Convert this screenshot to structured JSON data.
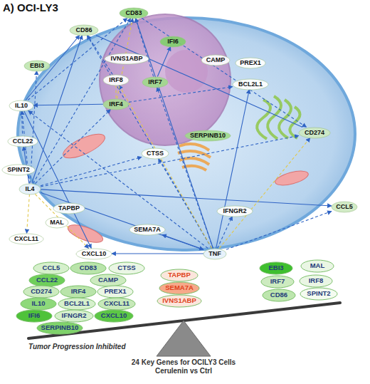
{
  "diagram": {
    "title": "A) OCI-LY3",
    "nodes": [
      {
        "text": [
          "CD83"
        ]
      },
      {
        "text": [
          "CD86"
        ]
      },
      {
        "text": [
          "IFI6"
        ]
      },
      {
        "text": [
          "IVNS1ABP"
        ]
      },
      {
        "text": [
          "CAMP"
        ]
      },
      {
        "text": [
          "PREX1"
        ]
      },
      {
        "text": [
          "EBI3"
        ]
      },
      {
        "text": [
          "IRF8"
        ]
      },
      {
        "text": [
          "IRF7"
        ]
      },
      {
        "text": [
          "BCL2L1"
        ]
      },
      {
        "text": [
          "IL10"
        ]
      },
      {
        "text": [
          "IRF4"
        ]
      },
      {
        "text": [
          "SERPINB10"
        ]
      },
      {
        "text": [
          "CD274"
        ]
      },
      {
        "text": [
          "CCL22"
        ]
      },
      {
        "text": [
          "SPINT2"
        ]
      },
      {
        "text": [
          "CTSS"
        ]
      },
      {
        "text": [
          "IL4"
        ]
      },
      {
        "text": [
          "TAPBP"
        ]
      },
      {
        "text": [
          "MAL"
        ]
      },
      {
        "text": [
          "IFNGR2"
        ]
      },
      {
        "text": [
          "CCL5"
        ]
      },
      {
        "text": [
          "CXCL11"
        ]
      },
      {
        "text": [
          "SEMA7A"
        ]
      },
      {
        "text": [
          "CXCL10"
        ]
      },
      {
        "text": [
          "TNF"
        ]
      },
      {
        "text": [
          "CCL5"
        ]
      },
      {
        "text": [
          "CD83"
        ]
      },
      {
        "text": [
          "CTSS"
        ]
      },
      {
        "text": [
          "CCL22"
        ]
      },
      {
        "text": [
          "CAMP"
        ]
      },
      {
        "text": [
          "CD274"
        ]
      },
      {
        "text": [
          "IRF4"
        ]
      },
      {
        "text": [
          "PREX1"
        ]
      },
      {
        "text": [
          "IL10"
        ]
      },
      {
        "text": [
          "BCL2L1"
        ]
      },
      {
        "text": [
          "CXCL11"
        ]
      },
      {
        "text": [
          "IFI6"
        ]
      },
      {
        "text": [
          "IFNGR2"
        ]
      },
      {
        "text": [
          "CXCL10"
        ]
      },
      {
        "text": [
          "SERPINB10"
        ]
      },
      {
        "text": [
          "TAPBP"
        ]
      },
      {
        "text": [
          "SEMA7A"
        ]
      },
      {
        "text": [
          "IVNS1ABP"
        ]
      },
      {
        "text": [
          "EBI3"
        ]
      },
      {
        "text": [
          "MAL"
        ]
      },
      {
        "text": [
          "IRF7"
        ]
      },
      {
        "text": [
          "IRF8"
        ]
      },
      {
        "text": [
          "CD86"
        ]
      },
      {
        "text": [
          "SPINT2"
        ]
      }
    ],
    "edges": [
      {
        "from": 17,
        "to": 1,
        "arrow": "to"
      },
      {
        "from": 17,
        "to": 0,
        "arrow": "to"
      },
      {
        "from": 17,
        "to": 10,
        "arrow": "to"
      },
      {
        "from": 17,
        "to": 14,
        "arrow": "to"
      },
      {
        "from": 17,
        "to": 11,
        "arrow": "to"
      },
      {
        "from": 17,
        "to": 24,
        "arrow": "to"
      },
      {
        "from": 17,
        "to": 25,
        "arrow": "to"
      },
      {
        "from": 17,
        "to": 16,
        "arrow": "to"
      },
      {
        "from": 17,
        "to": 13,
        "arrow": "to"
      },
      {
        "from": 17,
        "to": 21,
        "arrow": "to"
      },
      {
        "from": 17,
        "to": 6,
        "arrow": "to"
      },
      {
        "from": 17,
        "to": 22,
        "arrow": "to"
      },
      {
        "from": 25,
        "to": 0,
        "arrow": "to"
      },
      {
        "from": 25,
        "to": 1,
        "arrow": "to"
      },
      {
        "from": 25,
        "to": 10,
        "arrow": "to"
      },
      {
        "from": 25,
        "to": 24,
        "arrow": "to"
      },
      {
        "from": 25,
        "to": 21,
        "arrow": "to"
      },
      {
        "from": 25,
        "to": 13,
        "arrow": "to"
      },
      {
        "from": 25,
        "to": 9,
        "arrow": "to"
      },
      {
        "from": 25,
        "to": 8,
        "arrow": "to"
      },
      {
        "from": 25,
        "to": 20,
        "arrow": "to"
      },
      {
        "from": 25,
        "to": 23,
        "arrow": "to"
      },
      {
        "from": 25,
        "to": 16,
        "arrow": "to"
      },
      {
        "from": 25,
        "to": 7,
        "arrow": "to"
      },
      {
        "from": 10,
        "to": 1,
        "arrow": "to"
      },
      {
        "from": 10,
        "to": 0,
        "arrow": "to"
      },
      {
        "from": 10,
        "to": 14,
        "arrow": "none"
      },
      {
        "from": 10,
        "to": 24,
        "arrow": "to"
      },
      {
        "from": 7,
        "to": 1,
        "arrow": "to"
      },
      {
        "from": 11,
        "to": 0,
        "arrow": "to"
      },
      {
        "from": 8,
        "to": 2,
        "arrow": "to"
      },
      {
        "from": 8,
        "to": 0,
        "arrow": "to"
      },
      {
        "from": 11,
        "to": 9,
        "arrow": "to"
      },
      {
        "from": 1,
        "to": 13,
        "arrow": "none"
      },
      {
        "from": 0,
        "to": 13,
        "arrow": "to"
      },
      {
        "from": 7,
        "to": 11,
        "arrow": "none"
      },
      {
        "from": 11,
        "to": 10,
        "arrow": "to"
      }
    ],
    "labels": [
      "Tumor Progression Inhibited",
      "24 Key Genes for OCILY3 Cells Cerulenin vs Ctrl"
    ]
  }
}
